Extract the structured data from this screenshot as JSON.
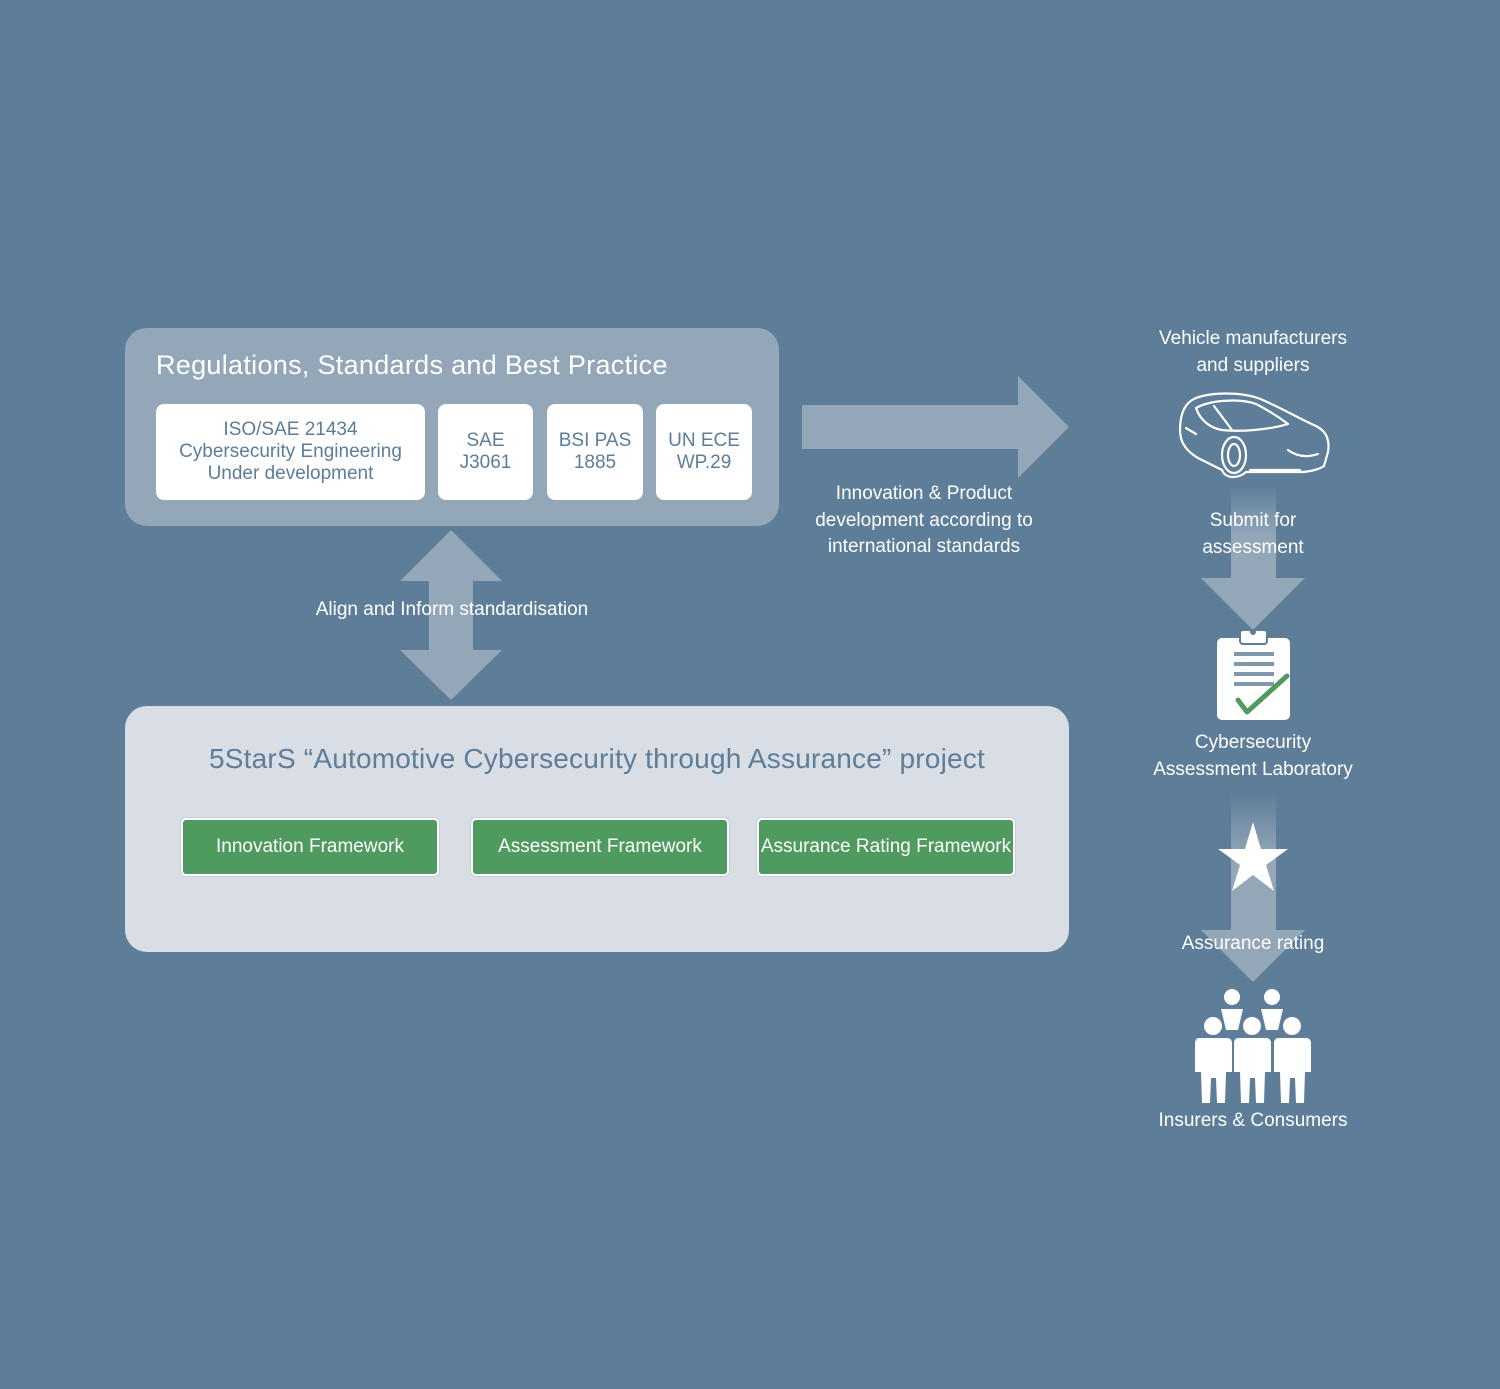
{
  "colors": {
    "background": "#5d7d98",
    "panel_light": "#93a7b9",
    "panel_pale": "#d9dde4",
    "accent_green": "#4f9a5e",
    "text_blue": "#5d7d98"
  },
  "regulations": {
    "title": "Regulations, Standards and Best Practice",
    "standards": [
      {
        "lines": [
          "ISO/SAE 21434",
          "Cybersecurity Engineering",
          "Under development"
        ]
      },
      {
        "lines": [
          "SAE",
          "J3061"
        ]
      },
      {
        "lines": [
          "BSI PAS",
          "1885"
        ]
      },
      {
        "lines": [
          "UN ECE",
          "WP.29"
        ]
      }
    ]
  },
  "align_label": "Align and Inform standardisation",
  "innovation_label": [
    "Innovation & Product",
    "development according to",
    "international standards"
  ],
  "project": {
    "title": "5StarS “Automotive Cybersecurity through Assurance” project",
    "frameworks": [
      "Innovation Framework",
      "Assessment Framework",
      "Assurance Rating Framework"
    ]
  },
  "flow": {
    "manufacturers": [
      "Vehicle manufacturers",
      "and suppliers"
    ],
    "submit": [
      "Submit for",
      "assessment"
    ],
    "laboratory": [
      "Cybersecurity",
      "Assessment Laboratory"
    ],
    "rating": "Assurance rating",
    "consumers": "Insurers & Consumers"
  },
  "icons": [
    "car-icon",
    "clipboard-check-icon",
    "star-icon",
    "people-group-icon"
  ]
}
